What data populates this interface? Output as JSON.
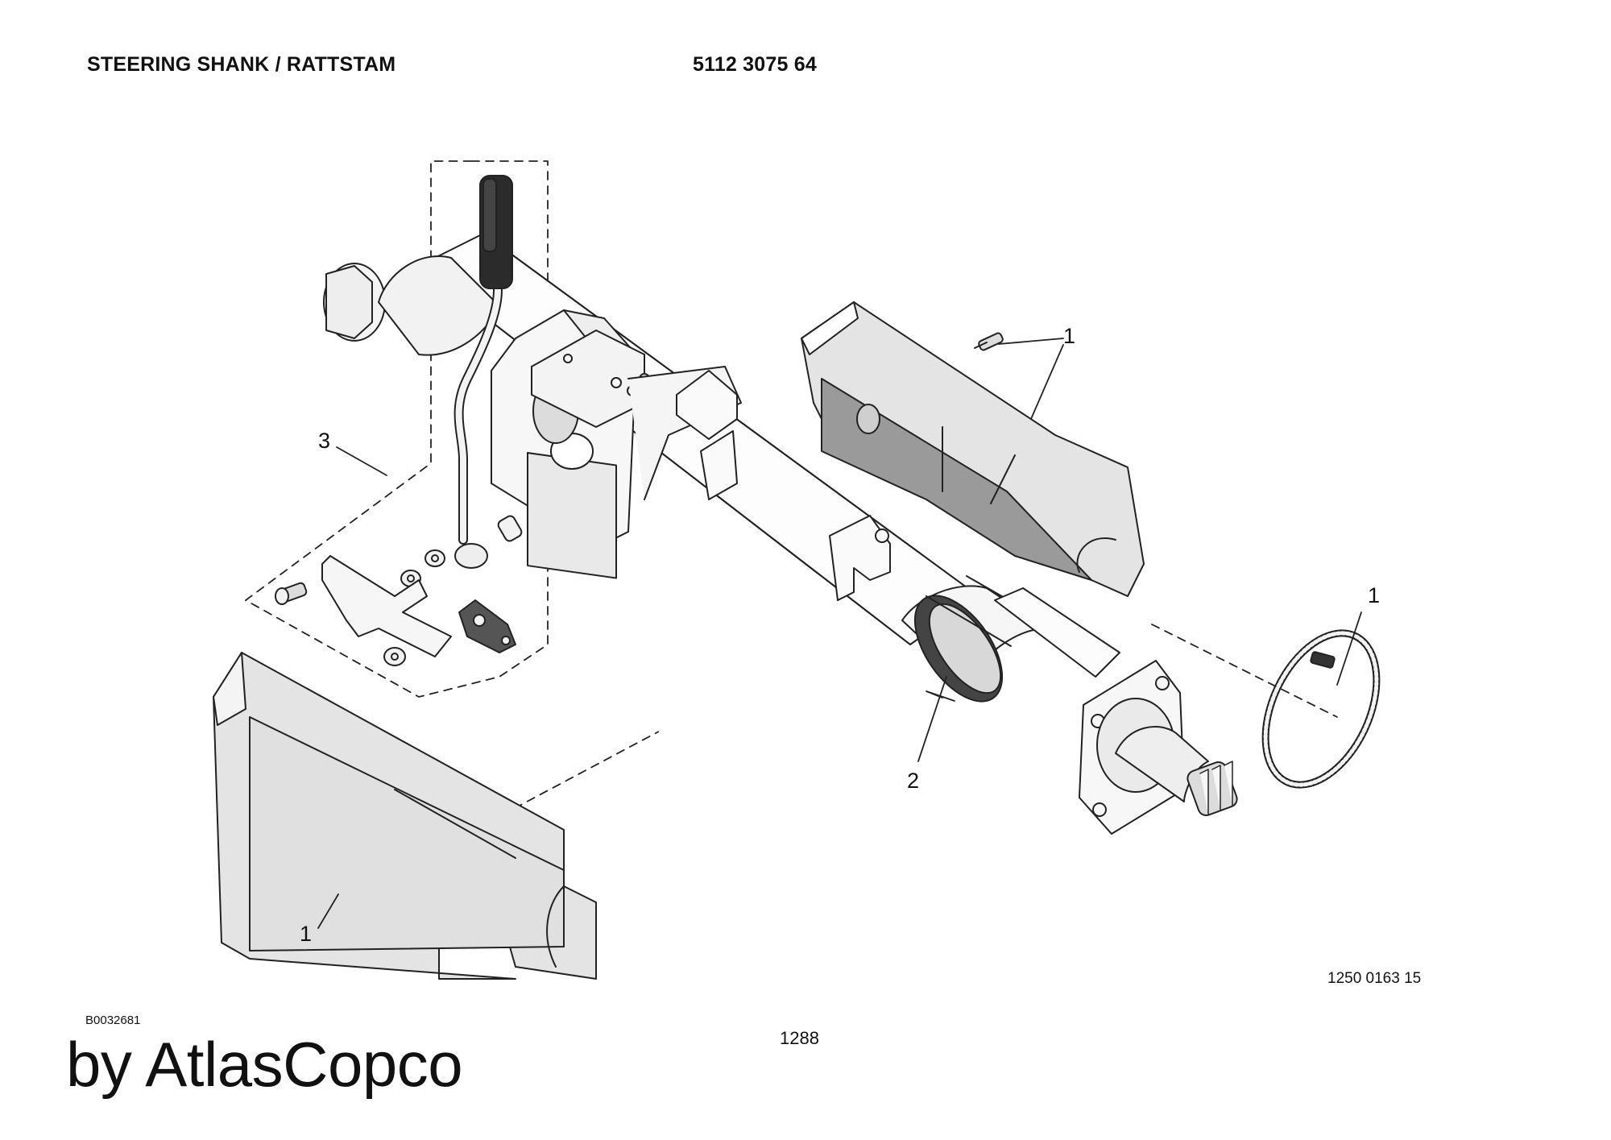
{
  "header": {
    "title": "STEERING SHANK / RATTSTAM",
    "part_number": "5112 3075 64"
  },
  "callouts": {
    "screw_cover": "1",
    "kit": "3",
    "clamp": "1",
    "boot": "2",
    "lower_cover": "1"
  },
  "footer": {
    "drawing_ref": "1250 0163 15",
    "image_id": "B0032681",
    "page_number": "1288",
    "brand": "by AtlasCopco"
  },
  "colors": {
    "line": "#222222",
    "cover_fill": "#e4e4e4",
    "shadow_fill": "#9a9a9a",
    "dark_part": "#2b2b2b"
  }
}
